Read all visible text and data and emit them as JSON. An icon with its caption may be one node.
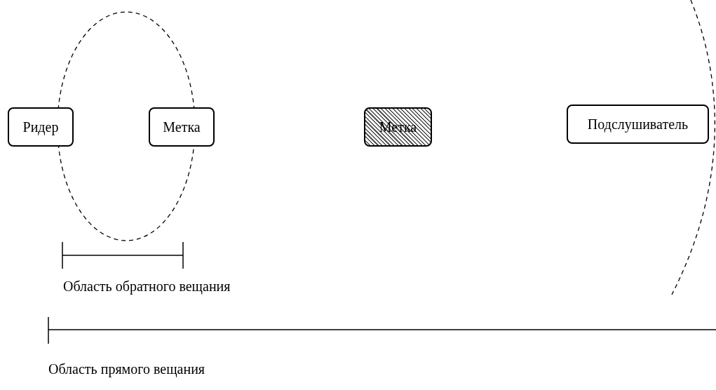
{
  "diagram": {
    "nodes": [
      {
        "text": [
          "Ридер"
        ]
      },
      {
        "text": [
          "Метка"
        ]
      },
      {
        "text": [
          "Метка"
        ]
      },
      {
        "text": [
          "Подслушиватель"
        ]
      }
    ],
    "edges": [],
    "labels": [
      "Область обратного вещания",
      "Область прямого вещания"
    ]
  }
}
